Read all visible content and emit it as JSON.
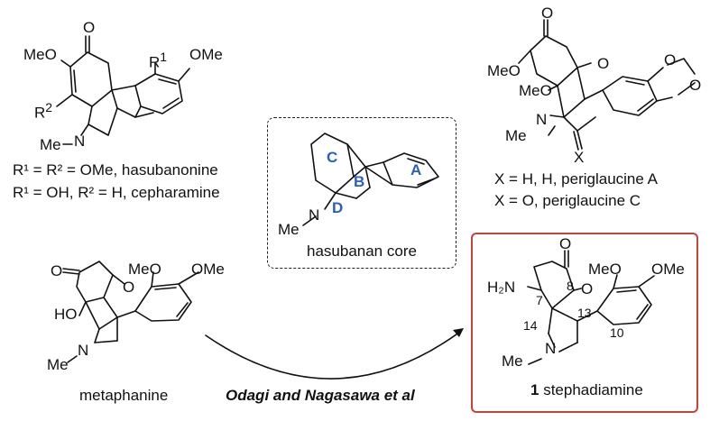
{
  "hasubanonine": {
    "labels": {
      "ome_left": "MeO",
      "ome_right": "OMe",
      "oxo": "O",
      "r1": "R",
      "r1_sup": "1",
      "r2": "R",
      "r2_sup": "2",
      "me": "Me",
      "n": "N"
    },
    "caption_line1": "R¹ = R² = OMe, hasubanonine",
    "caption_line2": "R¹ = OH, R² = H, cepharamine"
  },
  "core": {
    "ring_a": "A",
    "ring_b": "B",
    "ring_c": "C",
    "ring_d": "D",
    "n": "N",
    "me": "Me",
    "caption": "hasubanan core"
  },
  "periglaucine": {
    "labels": {
      "oxo": "O",
      "ome1": "MeO",
      "ome2": "MeO",
      "o_bridge": "O",
      "dioxole_o1": "O",
      "dioxole_o2": "O",
      "n": "N",
      "me": "Me",
      "x": "X"
    },
    "caption_line1": "X = H, H, periglaucine A",
    "caption_line2": "X = O, periglaucine C"
  },
  "metaphanine": {
    "labels": {
      "oxo": "O",
      "ome_left": "MeO",
      "ome_right": "OMe",
      "o_bridge": "O",
      "ho": "HO",
      "n": "N",
      "me": "Me"
    },
    "caption": "metaphanine"
  },
  "arrow_caption": "Odagi and Nagasawa et al",
  "stephadiamine": {
    "labels": {
      "oxo": "O",
      "h2n": "H₂N",
      "ome_left": "MeO",
      "ome_right": "OMe",
      "o_lactone": "O",
      "n": "N",
      "me": "Me",
      "c7": "7",
      "c8": "8",
      "c10": "10",
      "c13": "13",
      "c14": "14"
    },
    "caption_number": "1",
    "caption_name": "stephadiamine"
  },
  "colors": {
    "box_border": "#c8413a",
    "ring_label": "#2a5fc1"
  }
}
